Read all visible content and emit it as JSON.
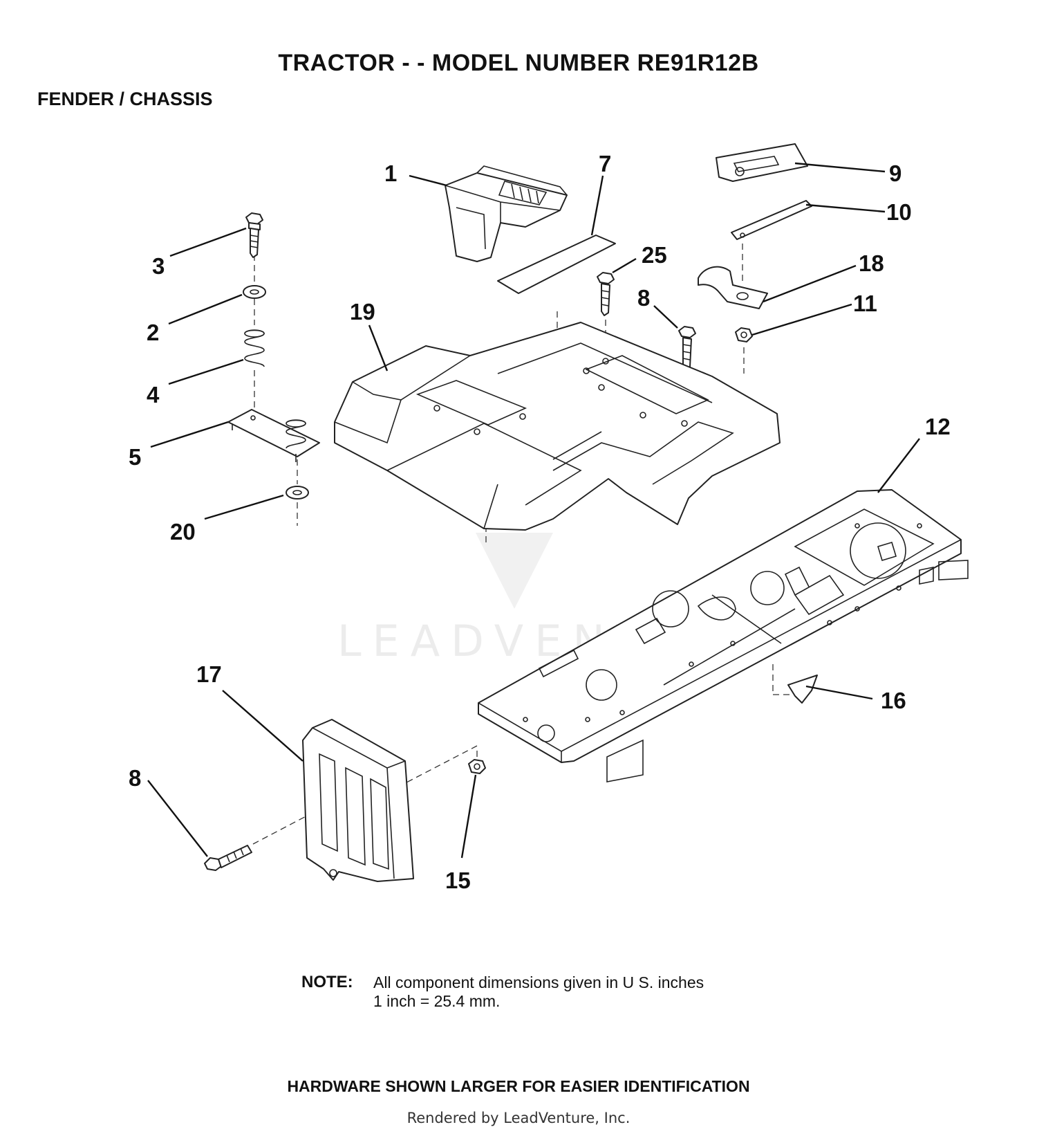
{
  "title": "TRACTOR - - MODEL NUMBER RE91R12B",
  "subtitle": "FENDER / CHASSIS",
  "watermark": "LEADVENTURE",
  "parts": [
    {
      "id": "1",
      "label": "1",
      "icon": "battery-box-icon"
    },
    {
      "id": "2",
      "label": "2",
      "icon": "washer-icon"
    },
    {
      "id": "3",
      "label": "3",
      "icon": "bolt-icon"
    },
    {
      "id": "4",
      "label": "4",
      "icon": "spring-icon"
    },
    {
      "id": "5",
      "label": "5",
      "icon": "bracket-plate-icon"
    },
    {
      "id": "7",
      "label": "7",
      "icon": "decal-icon"
    },
    {
      "id": "8a",
      "label": "8",
      "icon": "bolt-icon"
    },
    {
      "id": "8b",
      "label": "8",
      "icon": "bolt-icon"
    },
    {
      "id": "9",
      "label": "9",
      "icon": "cover-plate-icon"
    },
    {
      "id": "10",
      "label": "10",
      "icon": "plate-icon"
    },
    {
      "id": "11",
      "label": "11",
      "icon": "nut-icon"
    },
    {
      "id": "12",
      "label": "12",
      "icon": "chassis-frame-icon"
    },
    {
      "id": "15",
      "label": "15",
      "icon": "nut-icon"
    },
    {
      "id": "16",
      "label": "16",
      "icon": "clip-icon"
    },
    {
      "id": "17",
      "label": "17",
      "icon": "mounting-plate-icon"
    },
    {
      "id": "18",
      "label": "18",
      "icon": "clamp-icon"
    },
    {
      "id": "19",
      "label": "19",
      "icon": "fender-icon"
    },
    {
      "id": "20",
      "label": "20",
      "icon": "washer-icon"
    },
    {
      "id": "25",
      "label": "25",
      "icon": "bolt-icon"
    }
  ],
  "note": {
    "label": "NOTE:",
    "line1": "All component dimensions given in U S. inches",
    "line2": "1 inch = 25.4 mm."
  },
  "footer_note": "HARDWARE SHOWN LARGER FOR EASIER IDENTIFICATION",
  "credit": "Rendered by LeadVenture, Inc."
}
